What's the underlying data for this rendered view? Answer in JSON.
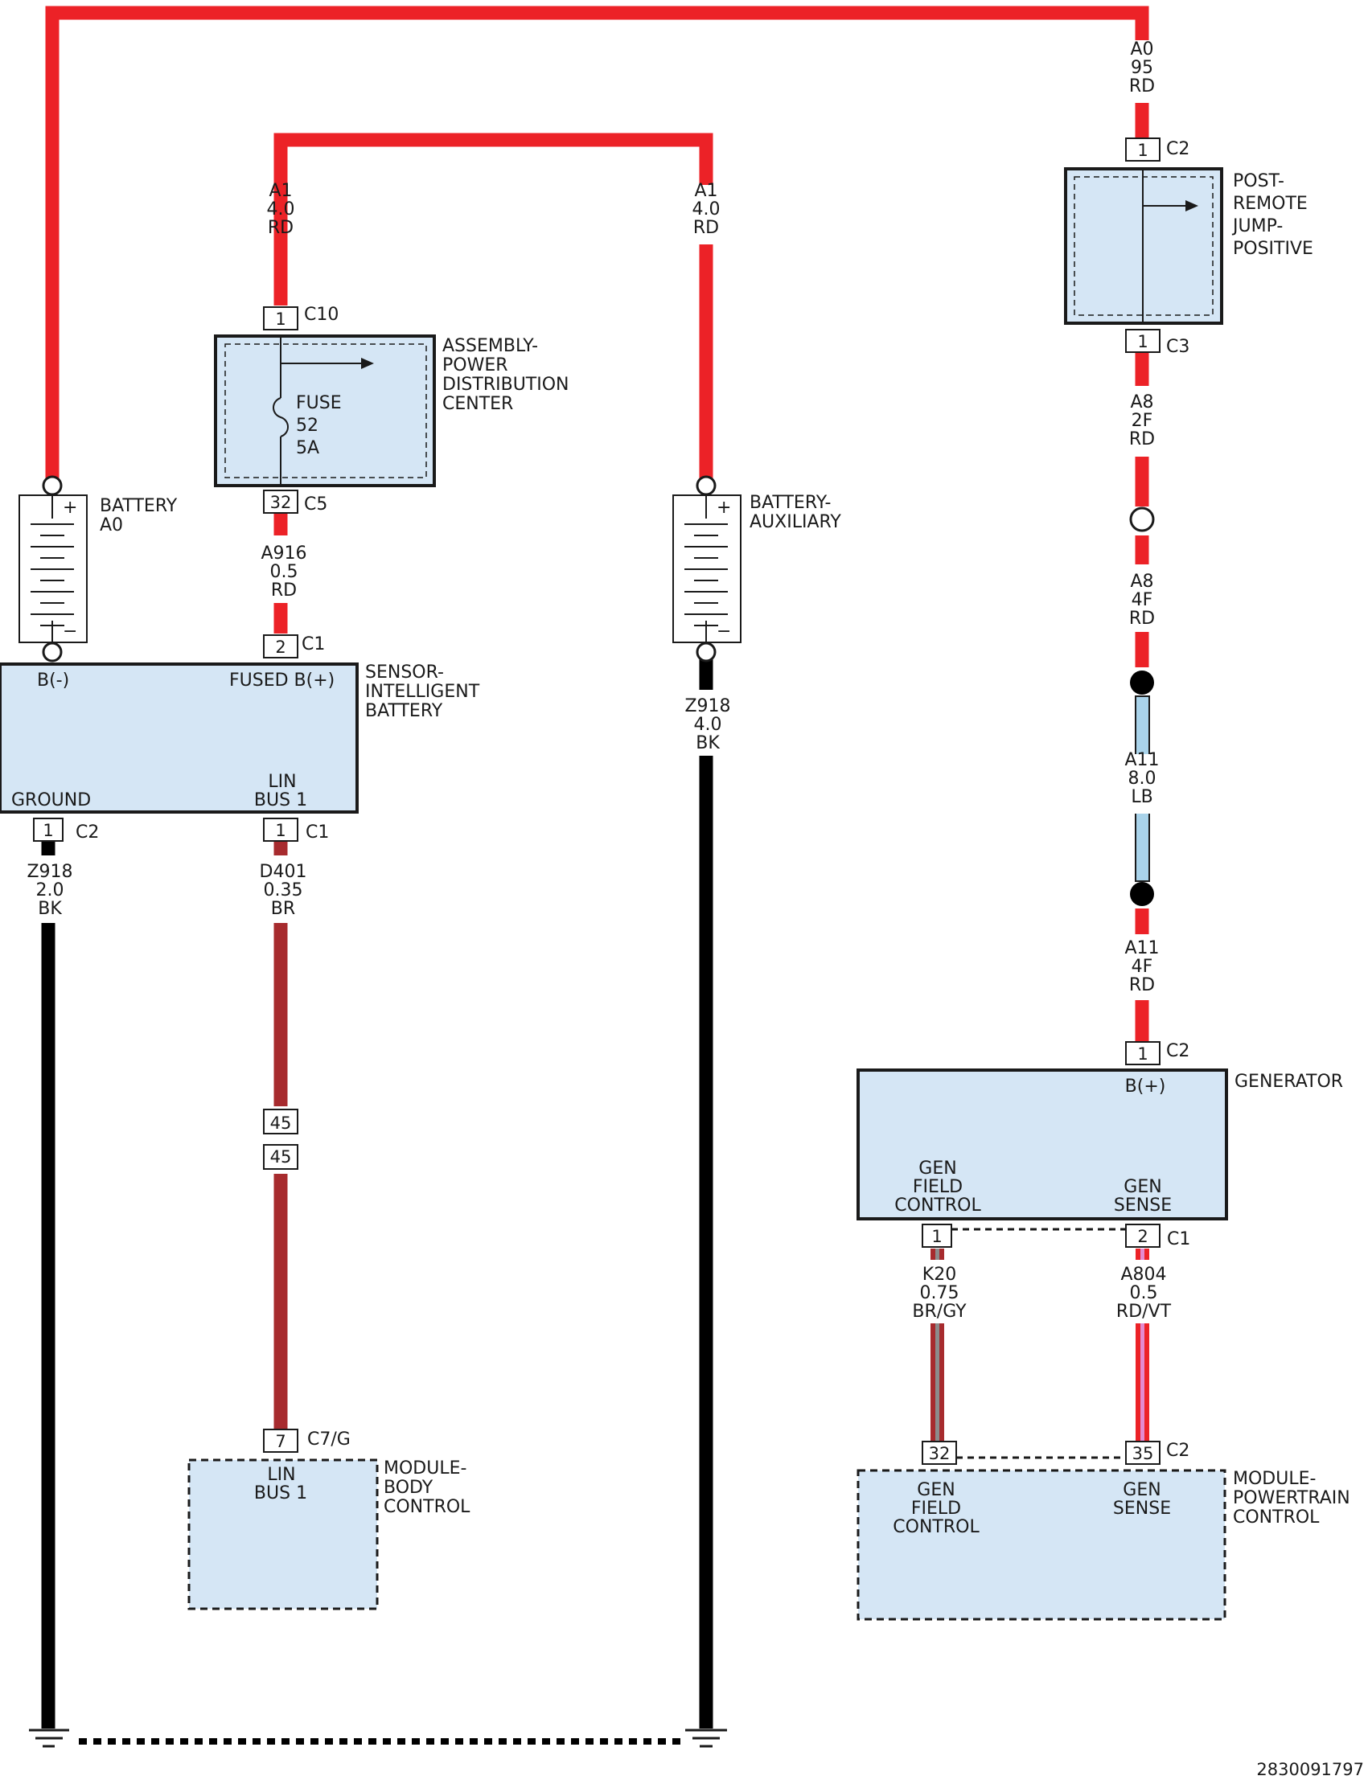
{
  "diagram_id": "2830091797",
  "colors": {
    "wire_red": "#ec2227",
    "wire_black": "#000000",
    "wire_brown": "#a72b2e",
    "wire_light_blue": "#a9d3ea",
    "component_fill": "#d5e6f5"
  },
  "icons": [
    "battery-icon",
    "fuse-icon",
    "ground-icon",
    "splice-icon",
    "arrow-icon"
  ],
  "components": {
    "battery": {
      "name_line1": "BATTERY",
      "name_line2": "A0",
      "plus": "+",
      "minus": "−"
    },
    "battery_aux": {
      "name_line1": "BATTERY-",
      "name_line2": "AUXILIARY",
      "plus": "+",
      "minus": "−"
    },
    "pdc": {
      "name_line1": "ASSEMBLY-",
      "name_line2": "POWER",
      "name_line3": "DISTRIBUTION",
      "name_line4": "CENTER",
      "fuse_label": "FUSE",
      "fuse_number": "52",
      "fuse_rating": "5A",
      "pin_in": "1",
      "conn_in": "C10",
      "pin_out": "32",
      "conn_out": "C5"
    },
    "post_jump": {
      "name_line1": "POST-",
      "name_line2": "REMOTE",
      "name_line3": "JUMP-",
      "name_line4": "POSITIVE",
      "pin_in": "1",
      "conn_in": "C2",
      "pin_out": "1",
      "conn_out": "C3"
    },
    "ibs": {
      "name_line1": "SENSOR-",
      "name_line2": "INTELLIGENT",
      "name_line3": "BATTERY",
      "term_bneg": "B(-)",
      "term_fused": "FUSED B(+)",
      "term_ground": "GROUND",
      "term_lin_line1": "LIN",
      "term_lin_line2": "BUS 1",
      "pin_fused": "2",
      "conn_fused": "C1",
      "pin_ground": "1",
      "conn_ground": "C2",
      "pin_lin": "1",
      "conn_lin": "C1"
    },
    "bcm": {
      "name_line1": "MODULE-",
      "name_line2": "BODY",
      "name_line3": "CONTROL",
      "term_lin_line1": "LIN",
      "term_lin_line2": "BUS 1",
      "pin": "7",
      "conn": "C7/G"
    },
    "generator": {
      "name": "GENERATOR",
      "term_bplus": "B(+)",
      "term_field_line1": "GEN",
      "term_field_line2": "FIELD",
      "term_field_line3": "CONTROL",
      "term_sense_line1": "GEN",
      "term_sense_line2": "SENSE",
      "pin_bplus": "1",
      "conn_bplus": "C2",
      "pin_field": "1",
      "pin_sense": "2",
      "conn_lower": "C1"
    },
    "pcm": {
      "name_line1": "MODULE-",
      "name_line2": "POWERTRAIN",
      "name_line3": "CONTROL",
      "term_field_line1": "GEN",
      "term_field_line2": "FIELD",
      "term_field_line3": "CONTROL",
      "term_sense_line1": "GEN",
      "term_sense_line2": "SENSE",
      "pin_field": "32",
      "pin_sense": "35",
      "conn": "C2"
    },
    "inline_connector": {
      "pin_top": "45",
      "pin_bottom": "45"
    }
  },
  "wires": {
    "a0_top": {
      "circuit": "A0",
      "gauge": "95",
      "color": "RD"
    },
    "a1_left": {
      "circuit": "A1",
      "gauge": "4.0",
      "color": "RD"
    },
    "a1_right": {
      "circuit": "A1",
      "gauge": "4.0",
      "color": "RD"
    },
    "a916": {
      "circuit": "A916",
      "gauge": "0.5",
      "color": "RD"
    },
    "z918_aux": {
      "circuit": "Z918",
      "gauge": "4.0",
      "color": "BK"
    },
    "z918_ibs": {
      "circuit": "Z918",
      "gauge": "2.0",
      "color": "BK"
    },
    "d401": {
      "circuit": "D401",
      "gauge": "0.35",
      "color": "BR"
    },
    "a8_2f": {
      "circuit": "A8",
      "gauge": "2F",
      "color": "RD"
    },
    "a8_4f": {
      "circuit": "A8",
      "gauge": "4F",
      "color": "RD"
    },
    "a11_80": {
      "circuit": "A11",
      "gauge": "8.0",
      "color": "LB"
    },
    "a11_4f": {
      "circuit": "A11",
      "gauge": "4F",
      "color": "RD"
    },
    "k20": {
      "circuit": "K20",
      "gauge": "0.75",
      "color": "BR/GY"
    },
    "a804": {
      "circuit": "A804",
      "gauge": "0.5",
      "color": "RD/VT"
    }
  }
}
